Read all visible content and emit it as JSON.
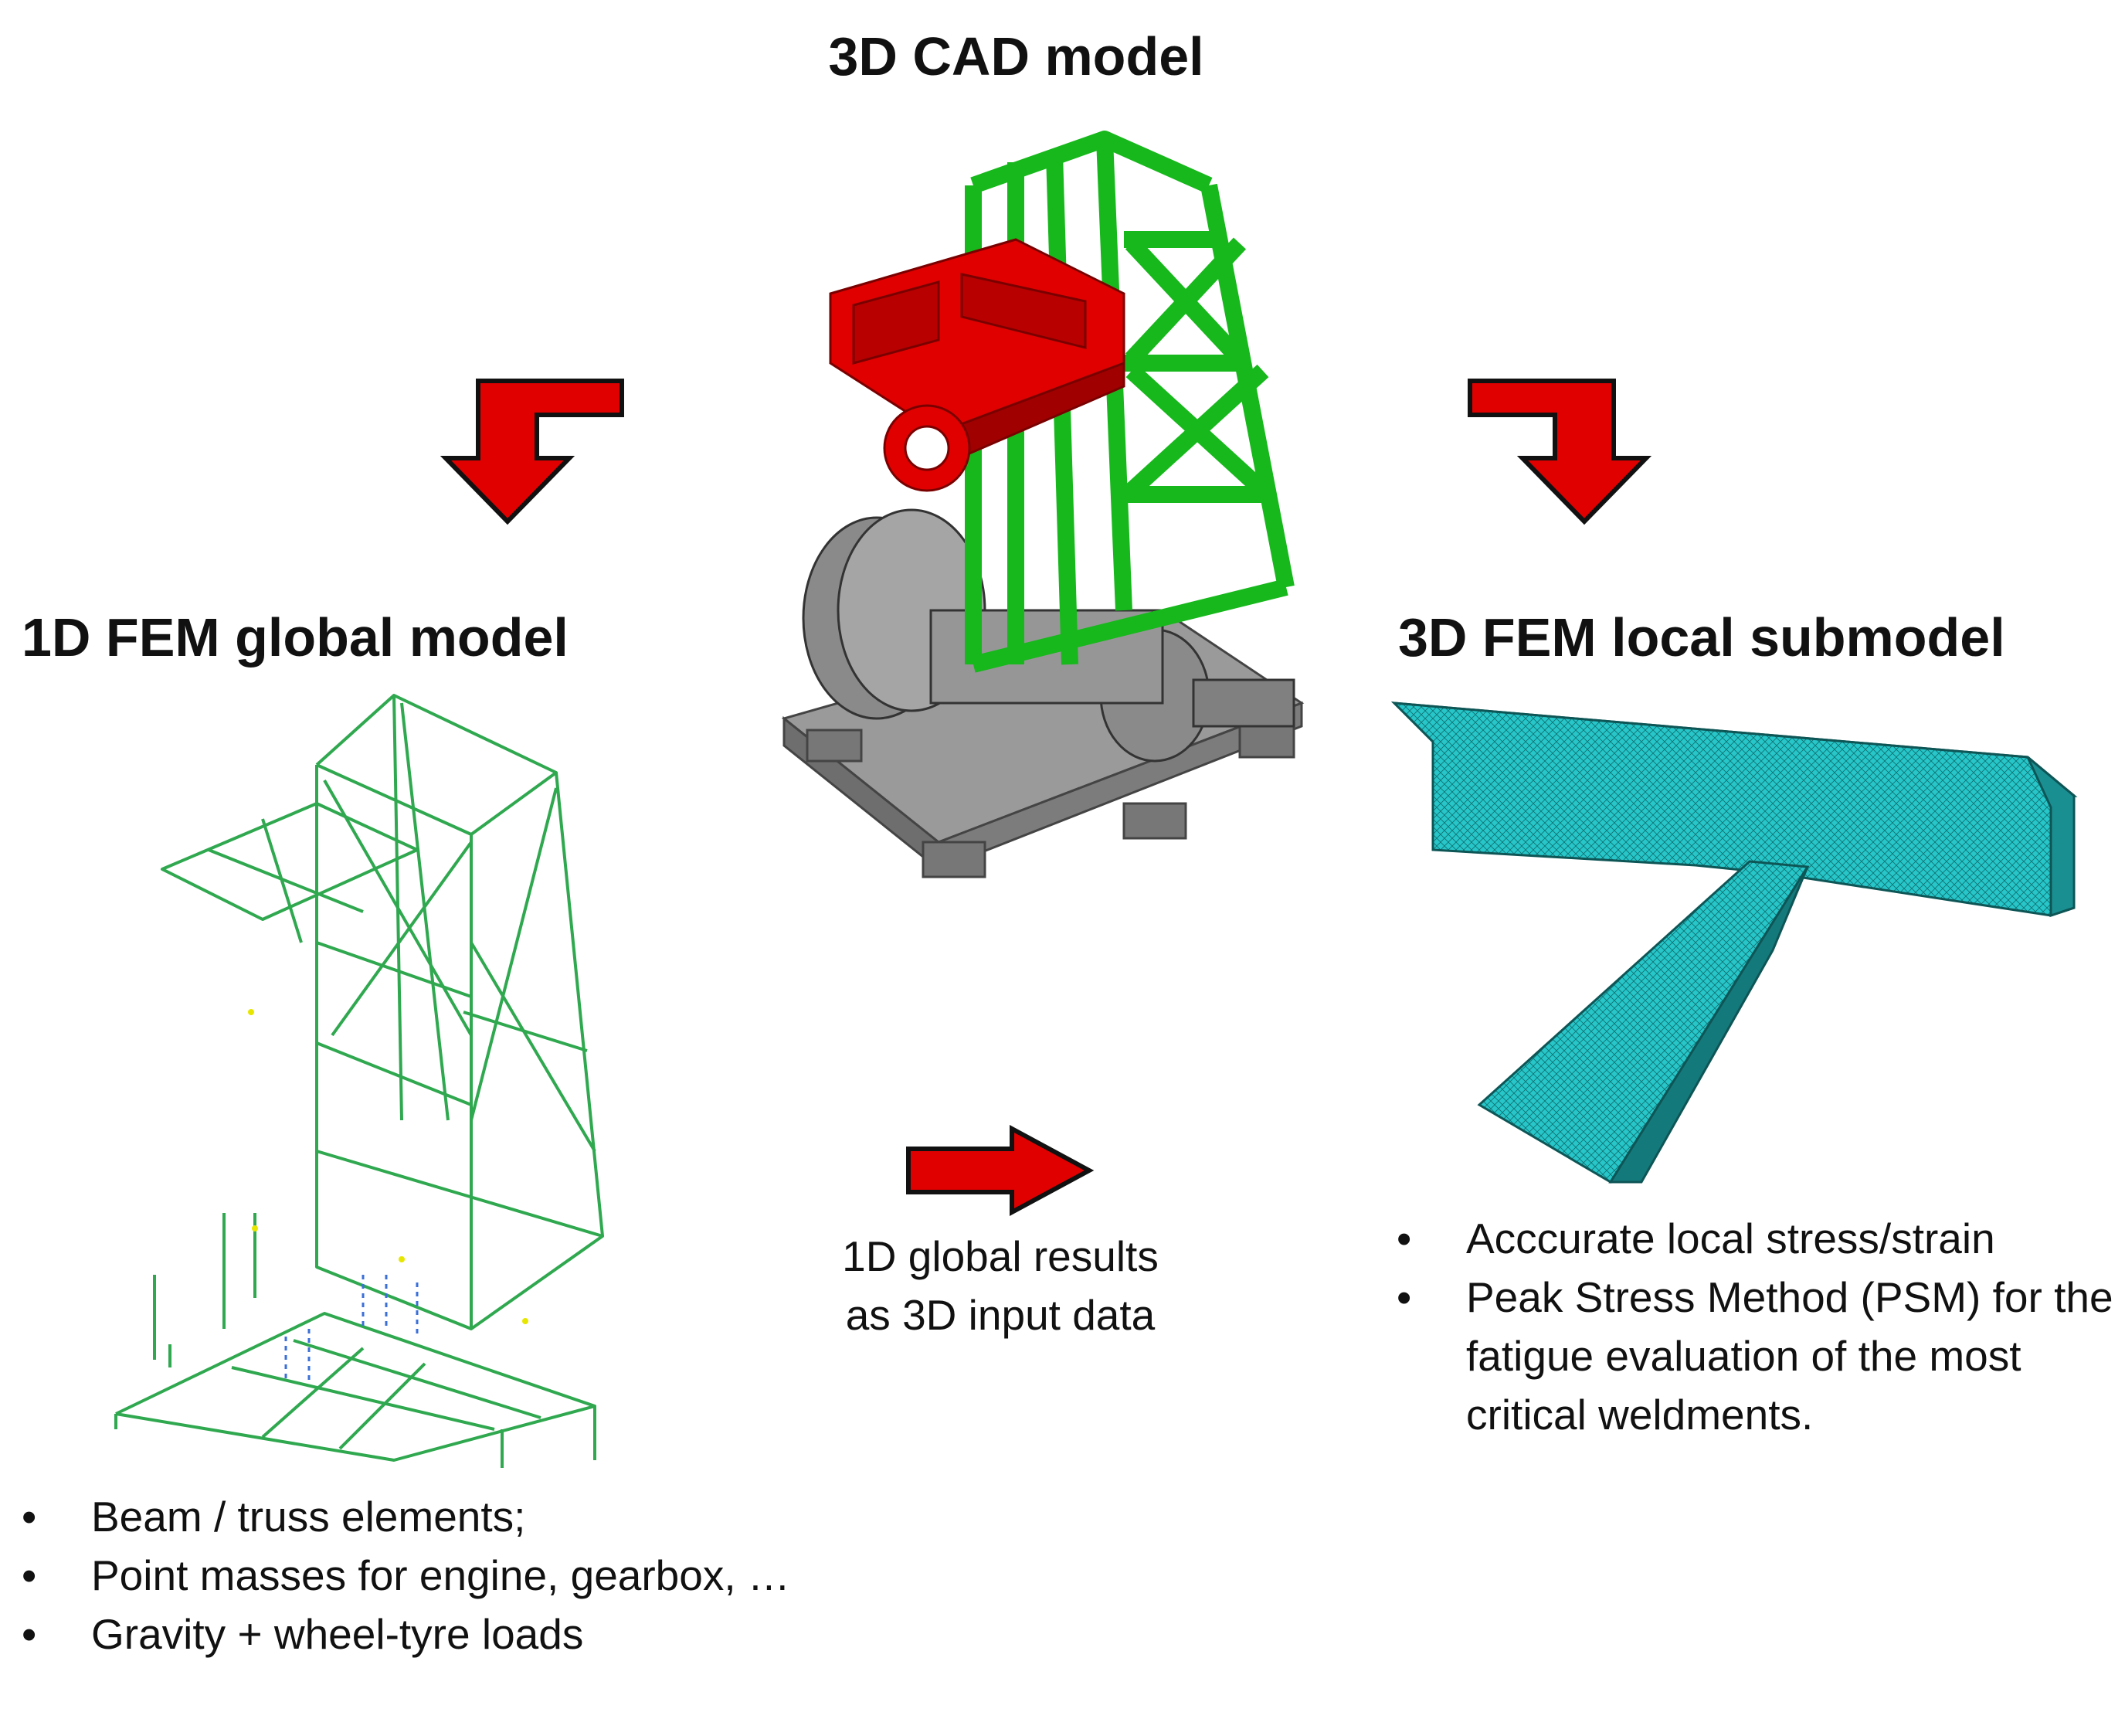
{
  "headings": {
    "cad": "3D CAD model",
    "global": "1D FEM global model",
    "local": "3D FEM local submodel"
  },
  "global_model_bullets": [
    "Beam / truss elements;",
    "Point masses for engine, gearbox, …",
    "Gravity + wheel-tyre loads"
  ],
  "local_model_bullets": [
    "Acccurate local stress/strain",
    "Peak Stress Method (PSM) for the fatigue evaluation of the most critical weldments."
  ],
  "flow_caption": {
    "line1": "1D global results",
    "line2": "as 3D input data"
  },
  "colors": {
    "arrow_fill": "#e00000",
    "frame_green": "#2fa84f",
    "cad_green": "#17b81c",
    "cad_red": "#e00000",
    "machine_gray": "#8e8e8e",
    "mesh_teal": "#27c6c9"
  }
}
